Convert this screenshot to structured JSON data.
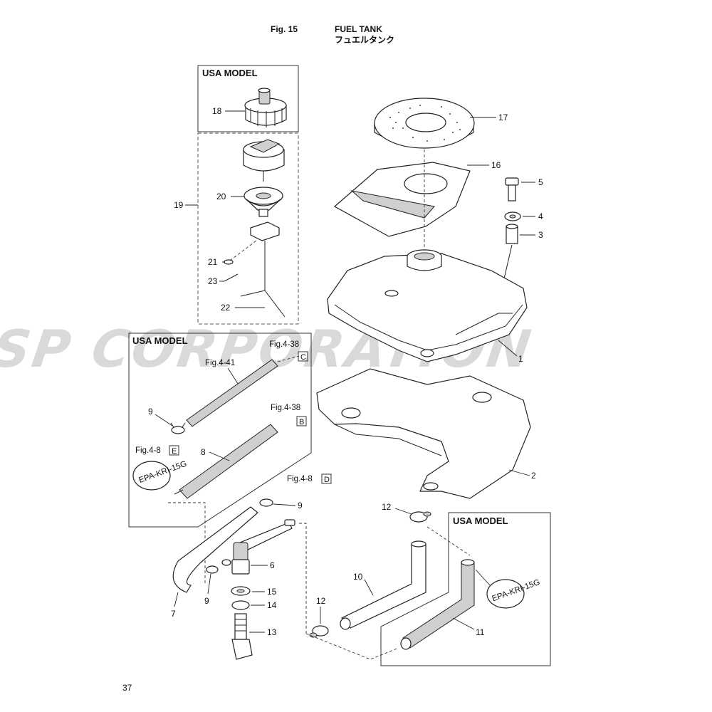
{
  "header": {
    "fig_number": "Fig. 15",
    "title_en": "FUEL TANK",
    "title_jp": "フュエルタンク"
  },
  "watermark": "JSP CORPORATION",
  "page_number": "37",
  "boxes": {
    "usa_model_cap": "USA MODEL",
    "usa_model_hoses": "USA MODEL",
    "usa_model_hose11": "USA MODEL"
  },
  "cross_refs": {
    "fig_4_38_c": "Fig.4-38",
    "fig_4_38_c_letter": "C",
    "fig_4_41": "Fig.4-41",
    "fig_4_38_b": "Fig.4-38",
    "fig_4_38_b_letter": "B",
    "fig_4_8_e": "Fig.4-8",
    "fig_4_8_e_letter": "E",
    "fig_4_8_d": "Fig.4-8",
    "fig_4_8_d_letter": "D"
  },
  "stamps": {
    "epa_left": "EPA-KRI-15G",
    "epa_right": "EPA-KRI-15G"
  },
  "callouts": {
    "c1": "1",
    "c2": "2",
    "c3": "3",
    "c4": "4",
    "c5": "5",
    "c6": "6",
    "c7": "7",
    "c8": "8",
    "c9a": "9",
    "c9b": "9",
    "c9c": "9",
    "c10": "10",
    "c11": "11",
    "c12a": "12",
    "c12b": "12",
    "c13": "13",
    "c14": "14",
    "c15": "15",
    "c16": "16",
    "c17": "17",
    "c18": "18",
    "c19": "19",
    "c20": "20",
    "c21": "21",
    "c22": "22",
    "c23": "23"
  }
}
